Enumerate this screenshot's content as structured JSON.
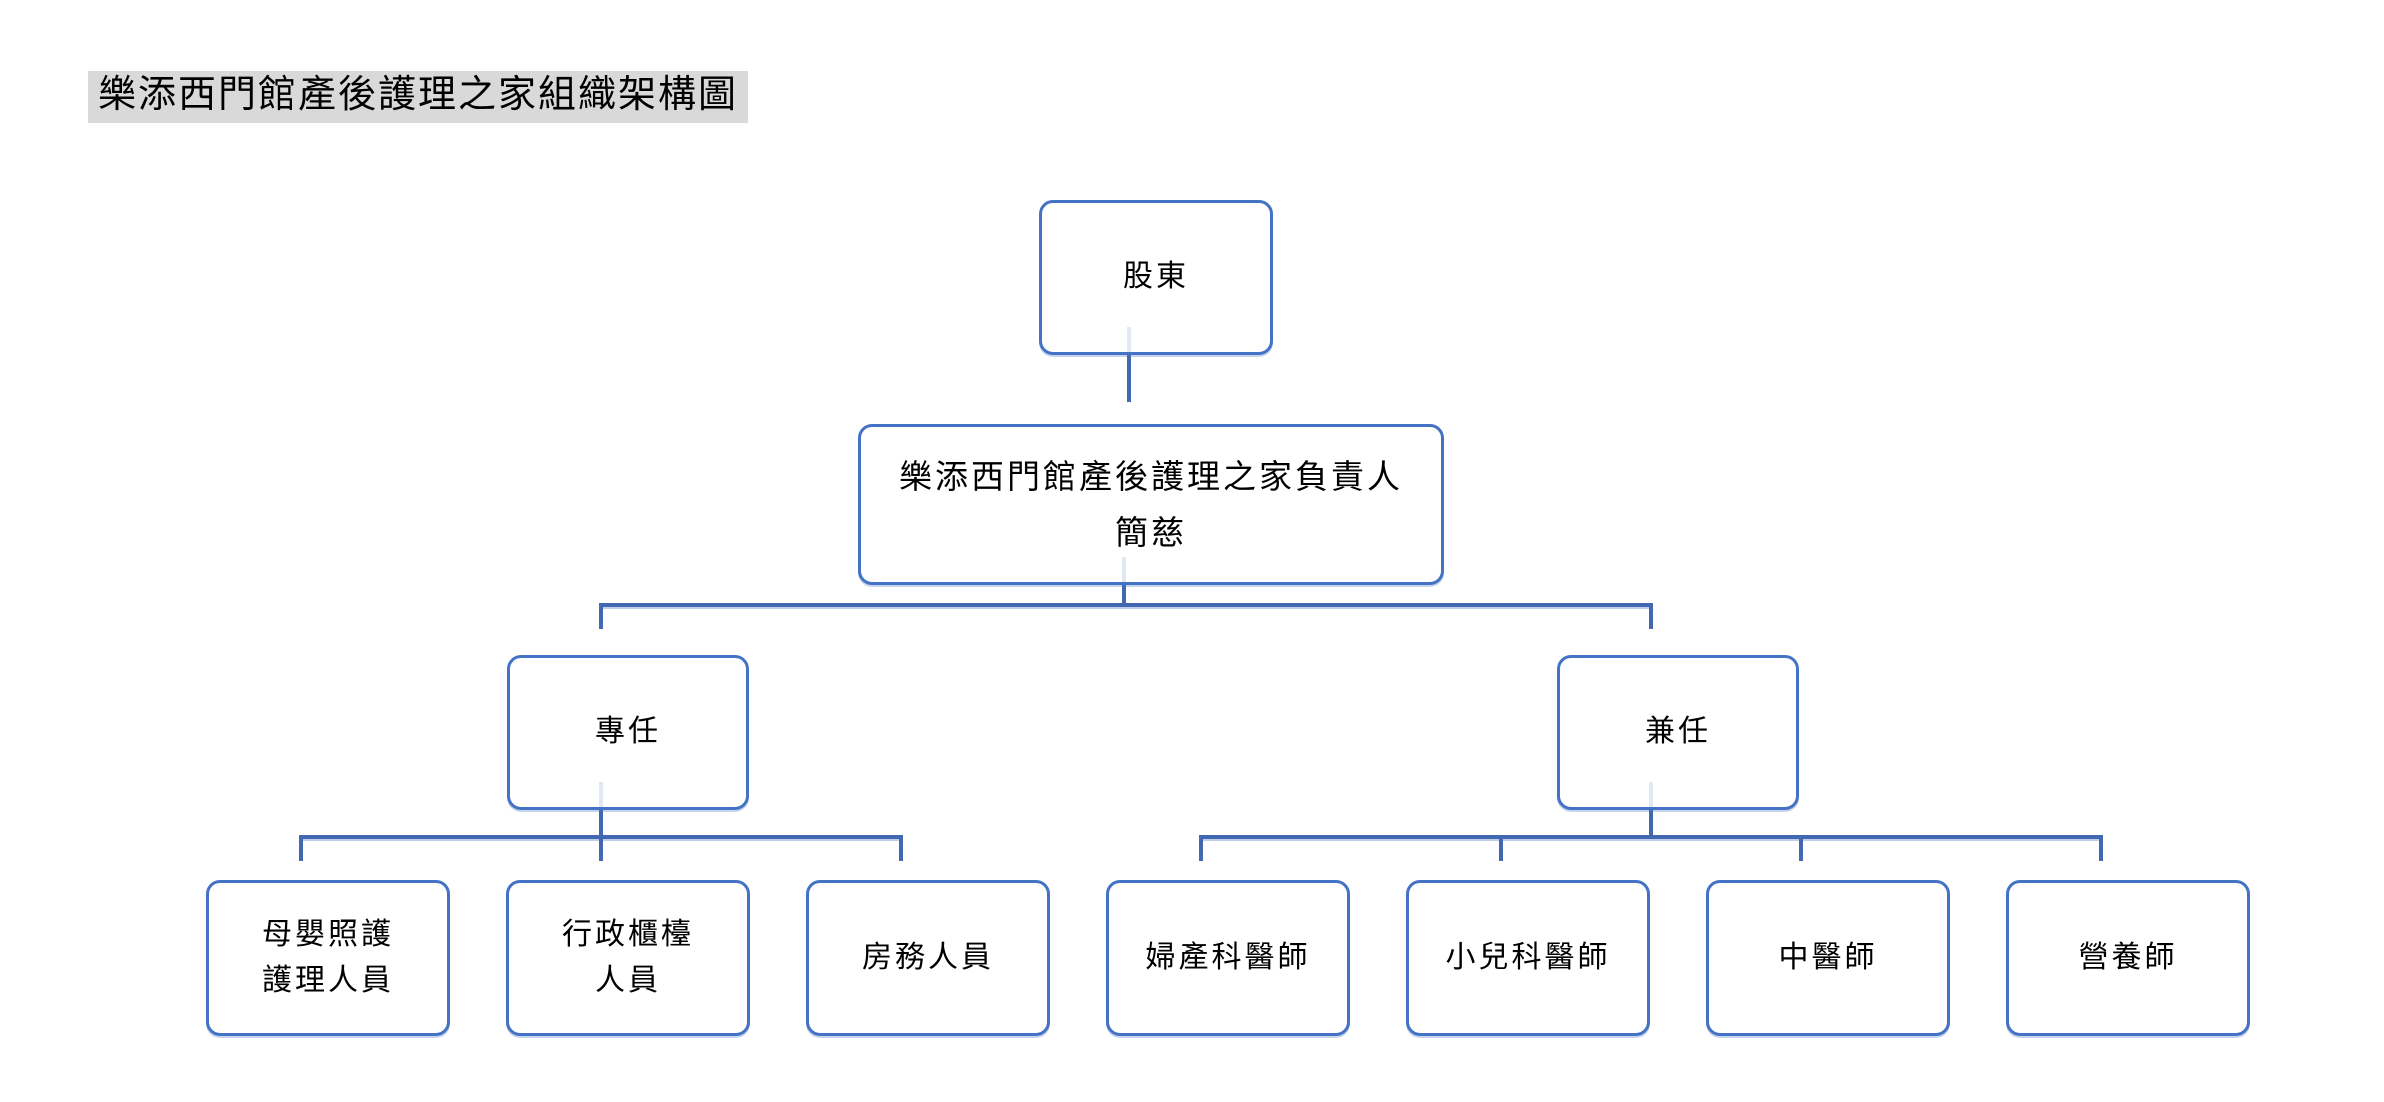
{
  "title": "樂添西門館產後護理之家組織架構圖",
  "org_chart": {
    "type": "org-tree",
    "levels": 4,
    "root": {
      "label": "股東"
    },
    "director": {
      "label": "樂添西門館產後護理之家負責人\n簡慈"
    },
    "groups": [
      {
        "label": "專任"
      },
      {
        "label": "兼任"
      }
    ],
    "fulltime_staff": [
      {
        "label": "母嬰照護\n護理人員"
      },
      {
        "label": "行政櫃檯\n人員"
      },
      {
        "label": "房務人員"
      }
    ],
    "parttime_staff": [
      {
        "label": "婦產科醫師"
      },
      {
        "label": "小兒科醫師"
      },
      {
        "label": "中醫師"
      },
      {
        "label": "營養師"
      }
    ]
  },
  "colors": {
    "node_border": "#4472C4",
    "connector": "#4168B1",
    "connector_faint": "#E2E7F4",
    "title_highlight": "#D9D9D9",
    "text": "#000000",
    "background": "#FFFFFF"
  }
}
